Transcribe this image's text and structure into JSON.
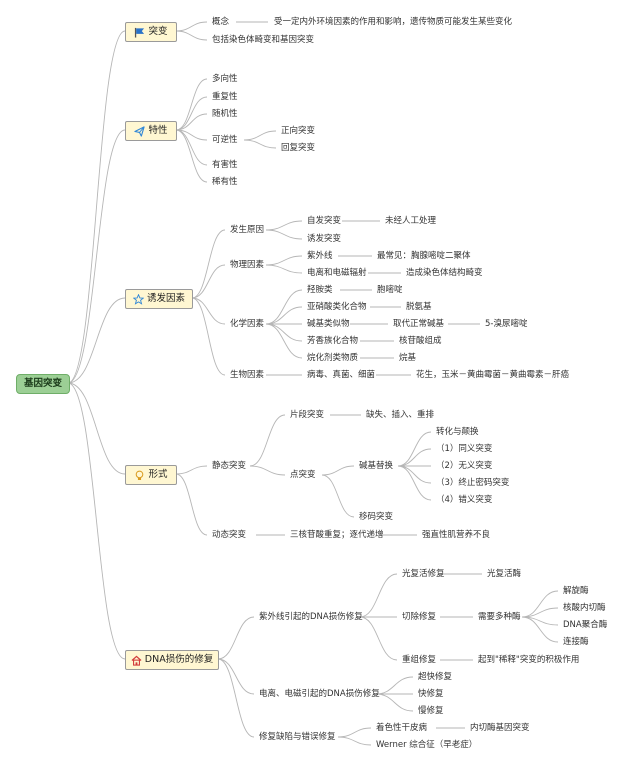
{
  "root": "基因突变",
  "branches": {
    "b1": {
      "label": "突变",
      "icon": "flag-icon",
      "items": [
        "概念",
        "受一定内外环境因素的作用和影响，遗传物质可能发生某些变化",
        "包括染色体畸变和基因突变"
      ]
    },
    "b2": {
      "label": "特性",
      "icon": "paper-plane-icon",
      "items": [
        "多向性",
        "重复性",
        "随机性",
        "可逆性",
        "正向突变",
        "回复突变",
        "有害性",
        "稀有性"
      ]
    },
    "b3": {
      "label": "诱发因素",
      "icon": "star-icon",
      "items": [
        "发生原因",
        "自发突变",
        "未经人工处理",
        "诱发突变",
        "物理因素",
        "紫外线",
        "最常见：胸腺嘧啶二聚体",
        "电离和电磁辐射",
        "造成染色体结构畸变",
        "化学因素",
        "羟胺类",
        "胞嘧啶",
        "亚硝酸类化合物",
        "脱氨基",
        "碱基类似物",
        "取代正常碱基",
        "5-溴尿嘧啶",
        "芳香族化合物",
        "核苷酸组成",
        "烷化剂类物质",
        "烷基",
        "生物因素",
        "病毒、真菌、细菌",
        "花生，玉米－黄曲霉菌－黄曲霉素－肝癌"
      ]
    },
    "b4": {
      "label": "形式",
      "icon": "bulb-icon",
      "items": [
        "静态突变",
        "片段突变",
        "缺失、插入、重排",
        "点突变",
        "碱基替换",
        "转化与颠换",
        "（1）同义突变",
        "（2）无义突变",
        "（3）终止密码突变",
        "（4）错义突变",
        "移码突变",
        "动态突变",
        "三核苷酸重复；逐代递增",
        "强直性肌营养不良"
      ]
    },
    "b5": {
      "label": "DNA损伤的修复",
      "icon": "house-icon",
      "items": [
        "紫外线引起的DNA损伤修复",
        "光复活修复",
        "光复活酶",
        "切除修复",
        "需要多种酶",
        "解旋酶",
        "核酸内切酶",
        "DNA聚合酶",
        "连接酶",
        "重组修复",
        "起到\"稀释\"突变的积极作用",
        "电离、电磁引起的DNA损伤修复",
        "超快修复",
        "快修复",
        "慢修复",
        "修复缺陷与错误修复",
        "着色性干皮病",
        "内切酶基因突变",
        "Werner 综合征（早老症）"
      ]
    }
  },
  "colors": {
    "line": "#b6b6b6",
    "rootFill": "#9ccf95",
    "boxFill": "#fff7d2",
    "flag": "#2a73c9",
    "plane": "#2f86d6",
    "star": "#2f86d6",
    "bulb": "#d99a1e",
    "house": "#d23c3c"
  }
}
